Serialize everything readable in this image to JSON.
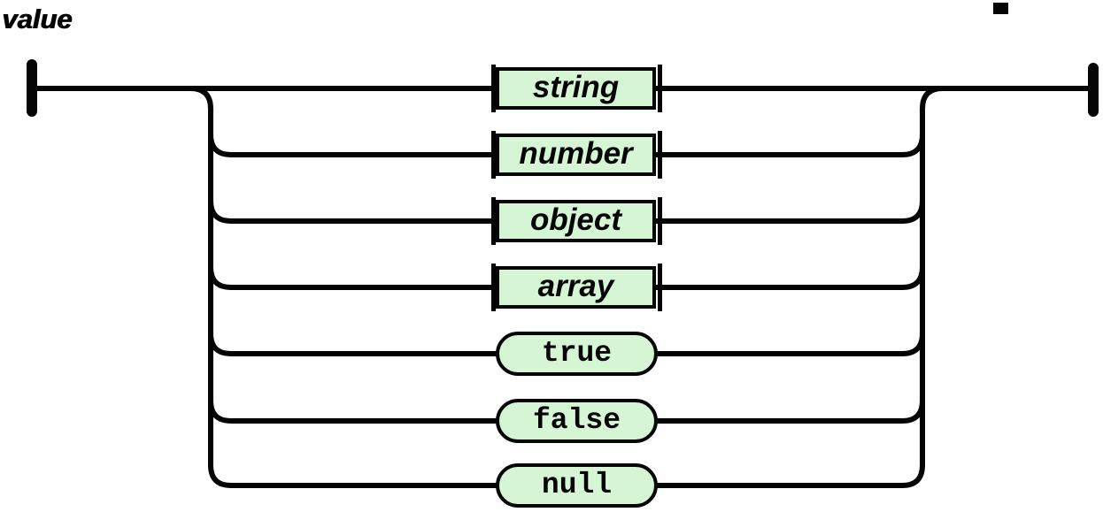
{
  "diagram": {
    "title": "value",
    "kind": "railroad-syntax-diagram",
    "rule_name": "value",
    "alternatives": [
      {
        "label": "string",
        "node_type": "nonterminal"
      },
      {
        "label": "number",
        "node_type": "nonterminal"
      },
      {
        "label": "object",
        "node_type": "nonterminal"
      },
      {
        "label": "array",
        "node_type": "nonterminal"
      },
      {
        "label": "true",
        "node_type": "terminal"
      },
      {
        "label": "false",
        "node_type": "terminal"
      },
      {
        "label": "null",
        "node_type": "terminal"
      }
    ],
    "colors": {
      "node_fill": "#d5f5d5",
      "line": "#050505",
      "background": "#ffffff"
    }
  }
}
